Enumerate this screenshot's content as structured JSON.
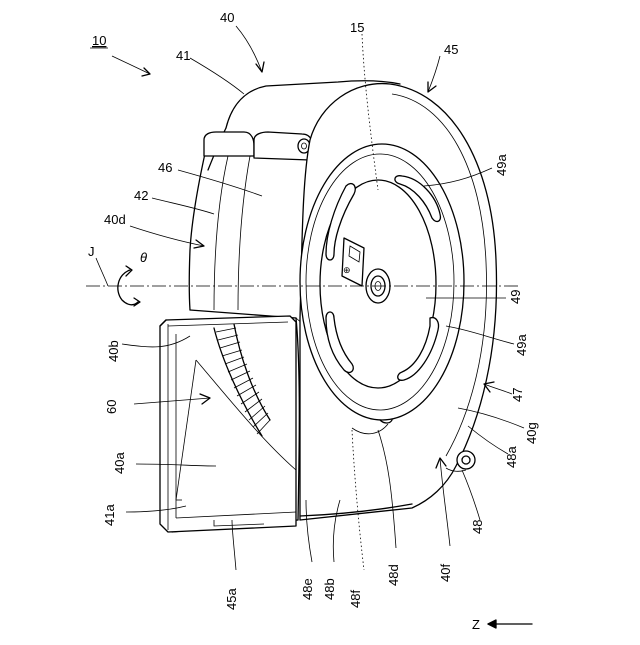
{
  "labels": {
    "l10": "10",
    "l40": "40",
    "l41": "41",
    "l45": "45",
    "l15": "15",
    "l49a_top": "49a",
    "l46": "46",
    "l42": "42",
    "l40d": "40d",
    "lJ": "J",
    "ltheta": "θ",
    "l49": "49",
    "l49a_bottom": "49a",
    "l40b": "40b",
    "l47": "47",
    "l60": "60",
    "l40g": "40g",
    "l48a": "48a",
    "l40a": "40a",
    "l41a": "41a",
    "l48": "48",
    "l40f": "40f",
    "l48d": "48d",
    "l48e": "48e",
    "l48b": "48b",
    "l48f": "48f",
    "l45a": "45a",
    "lZ": "Z"
  }
}
